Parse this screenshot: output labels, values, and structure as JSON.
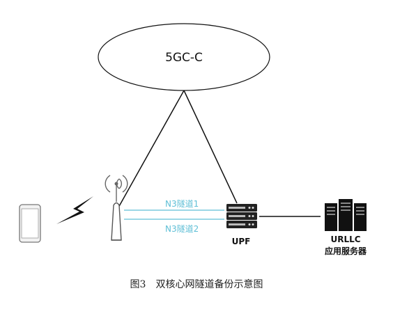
{
  "core": {
    "label": "5GC-C"
  },
  "tunnels": [
    {
      "label": "N3隧道1"
    },
    {
      "label": "N3隧道2"
    }
  ],
  "upf": {
    "label": "UPF"
  },
  "server": {
    "label_line1": "URLLC",
    "label_line2": "应用服务器"
  },
  "caption": "图3　双核心网隧道备份示意图",
  "colors": {
    "tunnel": "#5fbfd6",
    "line": "#111111",
    "lightning": "#111111"
  }
}
